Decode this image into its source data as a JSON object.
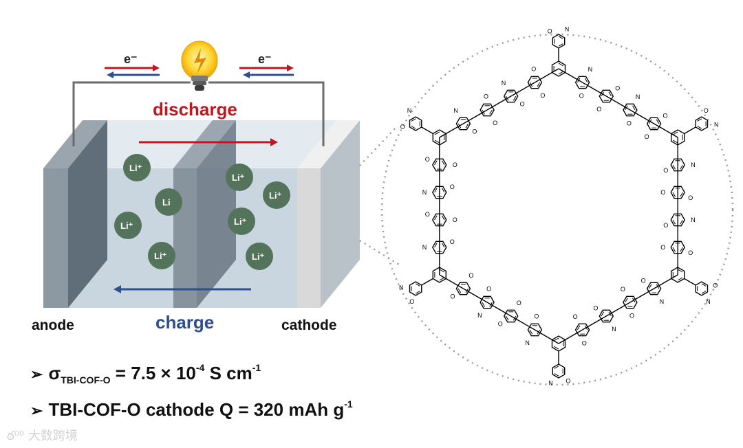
{
  "battery": {
    "electron_left": "e⁻",
    "electron_right": "e⁻",
    "discharge_label": "discharge",
    "charge_label": "charge",
    "anode_label": "anode",
    "cathode_label": "cathode",
    "ion_label": "Li⁺",
    "ion_partial_label": "Li",
    "colors": {
      "discharge": "#c0171e",
      "charge": "#2e4f8f",
      "ion": "#53735a",
      "electrolyte": "#c9d6e0"
    }
  },
  "structure": {
    "atom_O": "O",
    "atom_N": "N"
  },
  "bullets": {
    "line1": {
      "symbol": "σ",
      "subscript": "TBI-COF-O",
      "equals": " = 7.5 × 10",
      "exponent": "-4",
      "unit": " S cm",
      "unit_exponent": "-1"
    },
    "line2": {
      "text": "TBI-COF-O cathode  Q = 320 mAh g",
      "exponent": "-1"
    }
  },
  "watermark": "大数跨境"
}
